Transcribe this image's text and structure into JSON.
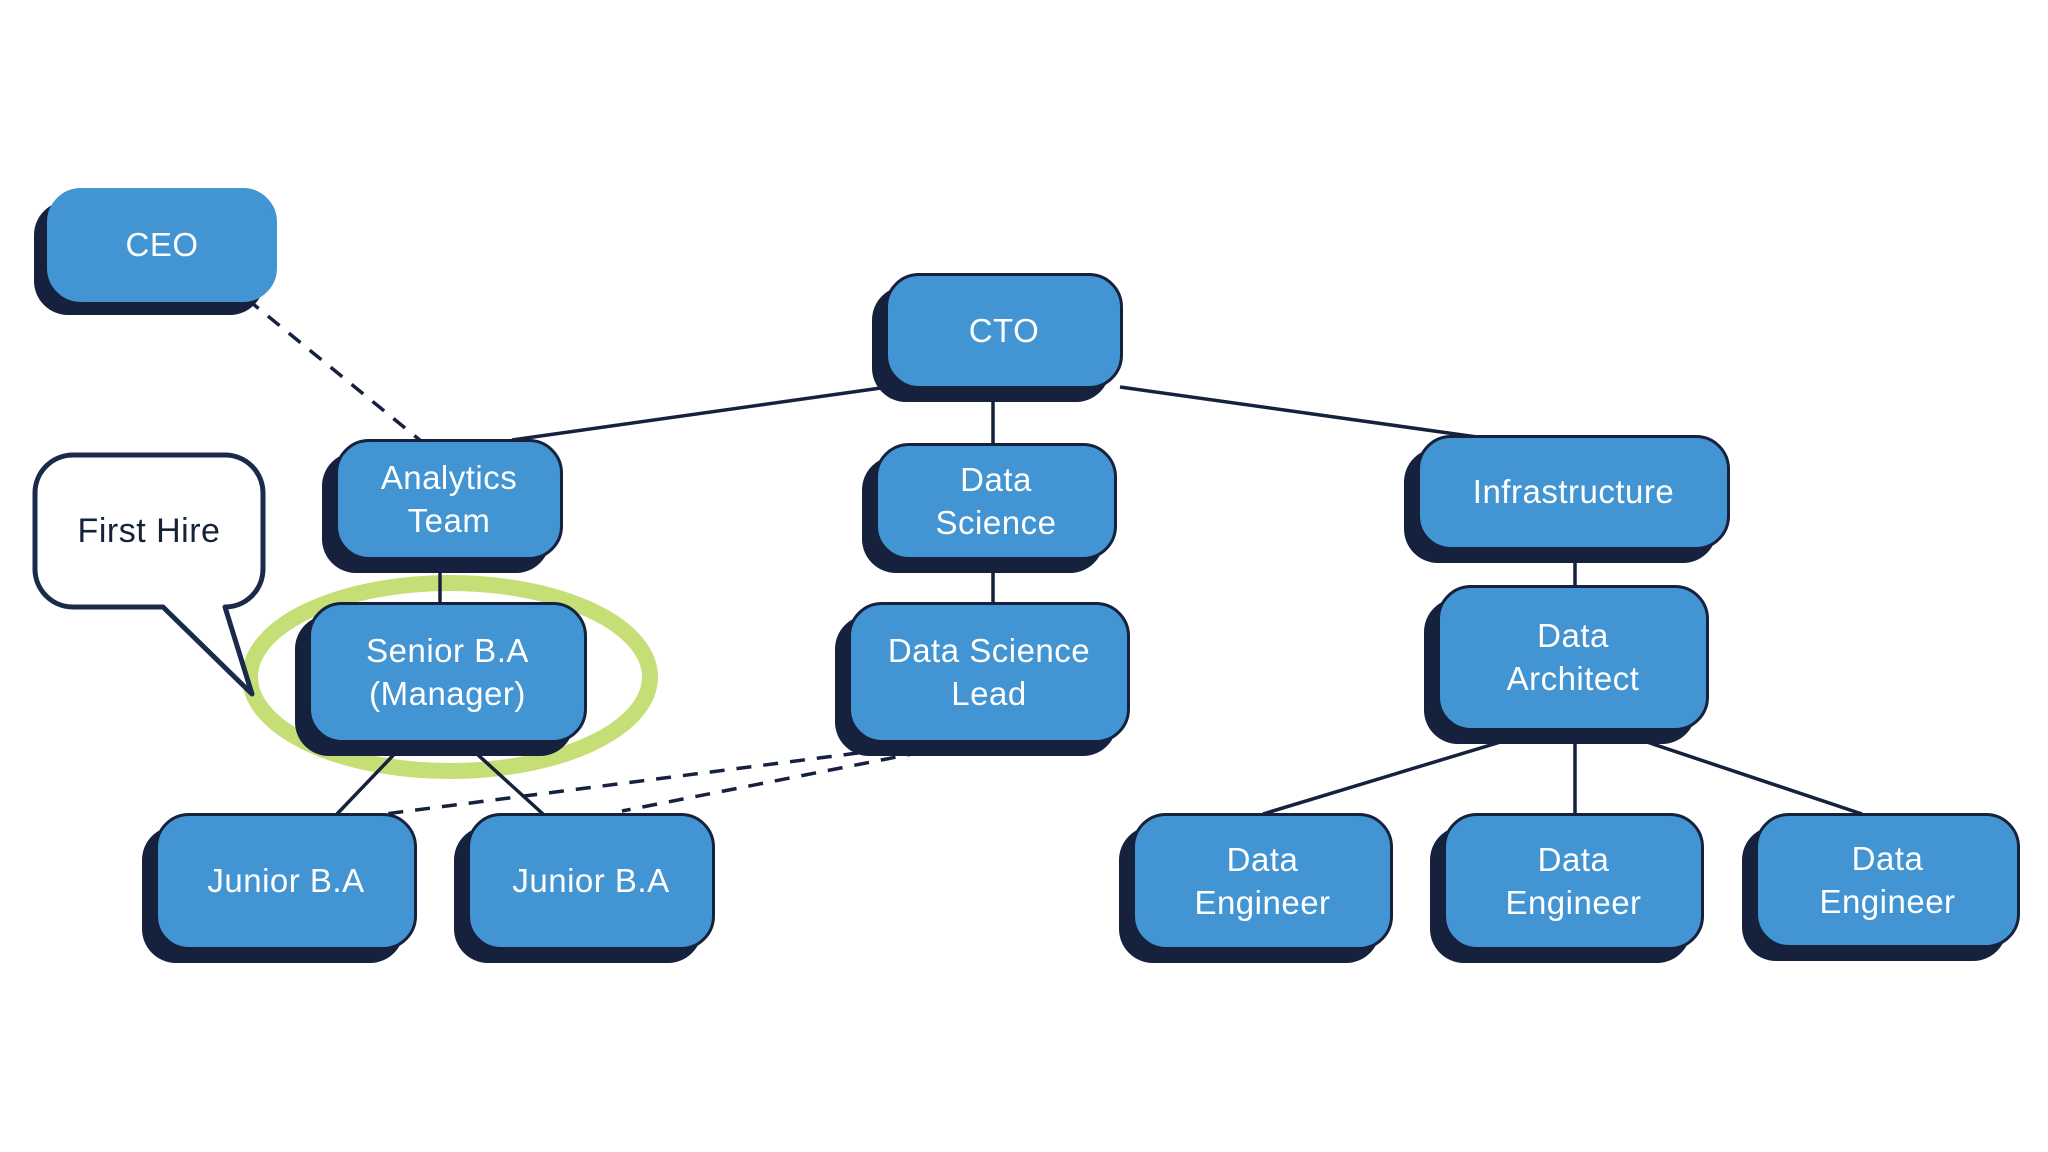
{
  "diagram": {
    "type": "org-chart",
    "annotation": {
      "label": "First Hire",
      "points_to": "senior_ba"
    },
    "nodes": {
      "ceo": {
        "label": "CEO"
      },
      "cto": {
        "label": "CTO"
      },
      "analytics_team": {
        "label": "Analytics Team"
      },
      "data_science": {
        "label": "Data Science"
      },
      "infrastructure": {
        "label": "Infrastructure"
      },
      "senior_ba": {
        "label": "Senior B.A (Manager)",
        "highlighted": true
      },
      "data_science_lead": {
        "label": "Data Science Lead"
      },
      "data_architect": {
        "label": "Data Architect"
      },
      "junior_ba_1": {
        "label": "Junior B.A"
      },
      "junior_ba_2": {
        "label": "Junior B.A"
      },
      "data_engineer_1": {
        "label": "Data Engineer"
      },
      "data_engineer_2": {
        "label": "Data Engineer"
      },
      "data_engineer_3": {
        "label": "Data Engineer"
      }
    },
    "edges": [
      {
        "from": "ceo",
        "to": "analytics_team",
        "style": "dashed"
      },
      {
        "from": "cto",
        "to": "analytics_team",
        "style": "solid"
      },
      {
        "from": "cto",
        "to": "data_science",
        "style": "solid"
      },
      {
        "from": "cto",
        "to": "infrastructure",
        "style": "solid"
      },
      {
        "from": "analytics_team",
        "to": "senior_ba",
        "style": "solid"
      },
      {
        "from": "data_science",
        "to": "data_science_lead",
        "style": "solid"
      },
      {
        "from": "infrastructure",
        "to": "data_architect",
        "style": "solid"
      },
      {
        "from": "senior_ba",
        "to": "junior_ba_1",
        "style": "solid"
      },
      {
        "from": "senior_ba",
        "to": "junior_ba_2",
        "style": "solid"
      },
      {
        "from": "data_science_lead",
        "to": "junior_ba_1",
        "style": "dashed"
      },
      {
        "from": "data_science_lead",
        "to": "junior_ba_2",
        "style": "dashed"
      },
      {
        "from": "data_architect",
        "to": "data_engineer_1",
        "style": "solid"
      },
      {
        "from": "data_architect",
        "to": "data_engineer_2",
        "style": "solid"
      },
      {
        "from": "data_architect",
        "to": "data_engineer_3",
        "style": "solid"
      }
    ],
    "colors": {
      "node_fill": "#4295D2",
      "node_border": "#16213E",
      "shadow": "#16213E",
      "connector": "#16213E",
      "highlight_ellipse": "#C6DE76",
      "bubble_fill": "#FFFFFF",
      "bubble_border": "#1B2A4A",
      "label_text": "#FFFFFF",
      "annotation_text": "#152238"
    }
  }
}
